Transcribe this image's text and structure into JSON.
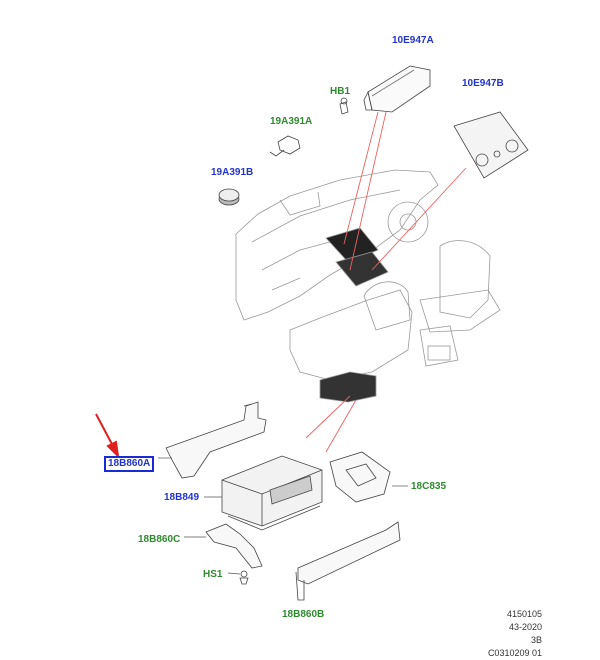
{
  "parts": {
    "p10E947A": "10E947A",
    "p10E947B": "10E947B",
    "pHB1": "HB1",
    "p19A391A": "19A391A",
    "p19A391B": "19A391B",
    "p18B860A": "18B860A",
    "p18B849": "18B849",
    "p18C835": "18C835",
    "p18B860C": "18B860C",
    "pHS1": "HS1",
    "p18B860B": "18B860B"
  },
  "footer": {
    "line1": "4150105",
    "line2": "43-2020",
    "line3": "3B",
    "line4": "C0310209 01"
  },
  "colors": {
    "label_blue": "#2233cc",
    "label_green": "#2f8a2f",
    "highlight_box": "#1a2bd6",
    "pointer_arrow": "#e02020",
    "leader_red": "#f06060"
  }
}
